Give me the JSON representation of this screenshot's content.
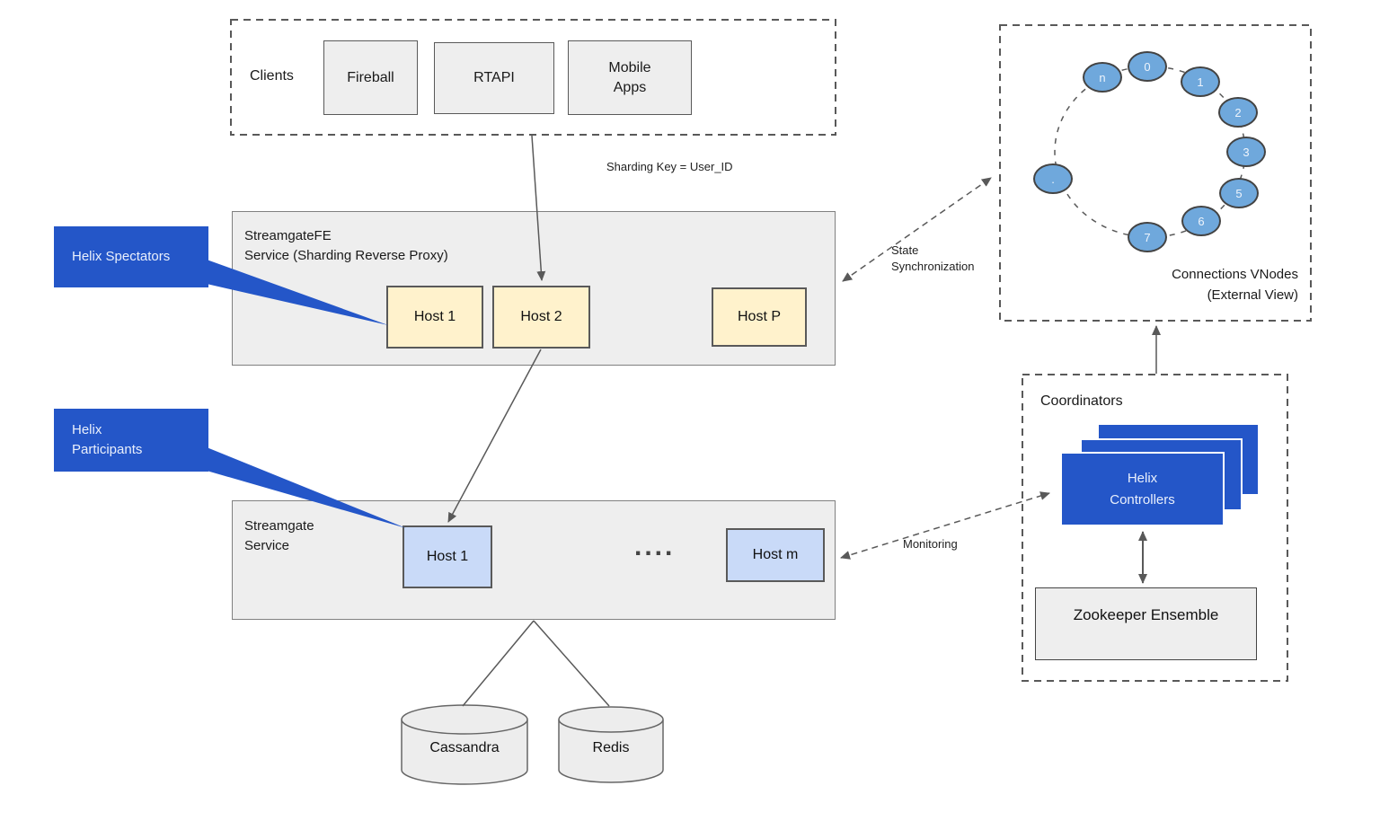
{
  "clients": {
    "label": "Clients",
    "apps": [
      {
        "label": "Fireball"
      },
      {
        "label": "RTAPI"
      },
      {
        "label": "Mobile\nApps"
      }
    ]
  },
  "annotations": {
    "sharding_key": "Sharding Key = User_ID",
    "state_sync": "State\nSynchronization",
    "monitoring": "Monitoring"
  },
  "fe_service": {
    "title": "StreamgateFE\nService (Sharding Reverse Proxy)",
    "hosts": [
      "Host 1",
      "Host 2",
      "Host P"
    ]
  },
  "sg_service": {
    "title": "Streamgate\nService",
    "host_first": "Host 1",
    "host_last": "Host m",
    "ellipsis": "...."
  },
  "callouts": {
    "spectators": "Helix Spectators",
    "participants": "Helix\nParticipants"
  },
  "databases": {
    "cassandra": "Cassandra",
    "redis": "Redis"
  },
  "vnodes": {
    "title": "Connections VNodes\n(External View)",
    "nodes": [
      "n",
      "0",
      "1",
      "2",
      "3",
      "5",
      "6",
      "7",
      "."
    ]
  },
  "coordinators": {
    "title": "Coordinators",
    "controllers": "Helix\nControllers",
    "zookeeper": "Zookeeper Ensemble"
  },
  "colors": {
    "callout_blue": "#2456c8",
    "controller_blue": "#2456c8",
    "vnode_blue": "#6fa8dc",
    "fe_host_fill": "#fff2cc",
    "sg_host_fill": "#c9daf8",
    "panel_gray": "#eeeeee",
    "line_gray": "#595959"
  }
}
